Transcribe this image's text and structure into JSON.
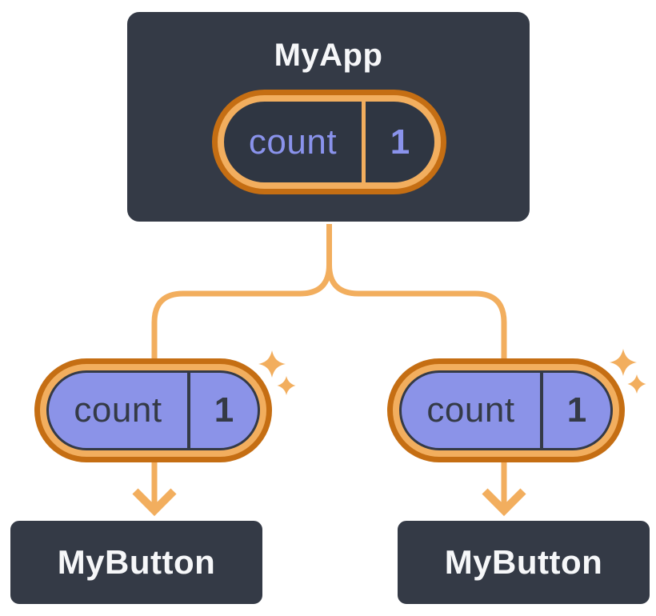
{
  "diagram": {
    "description": "React component tree showing state passed down as props",
    "colors": {
      "background": "#ffffff",
      "node_fill": "#343a46",
      "node_border": "#ffffff",
      "node_text": "#f6f7f9",
      "accent_orange_light": "#f2ae5e",
      "accent_orange_dark": "#c56e13",
      "prop_pill_fill": "#8b93e8",
      "state_text_purple": "#8a93ec",
      "dark_text": "#343a46"
    },
    "root": {
      "title": "MyApp",
      "state": {
        "name": "count",
        "value": "1"
      }
    },
    "children": [
      {
        "title": "MyButton",
        "prop": {
          "name": "count",
          "value": "1"
        }
      },
      {
        "title": "MyButton",
        "prop": {
          "name": "count",
          "value": "1"
        }
      }
    ]
  }
}
